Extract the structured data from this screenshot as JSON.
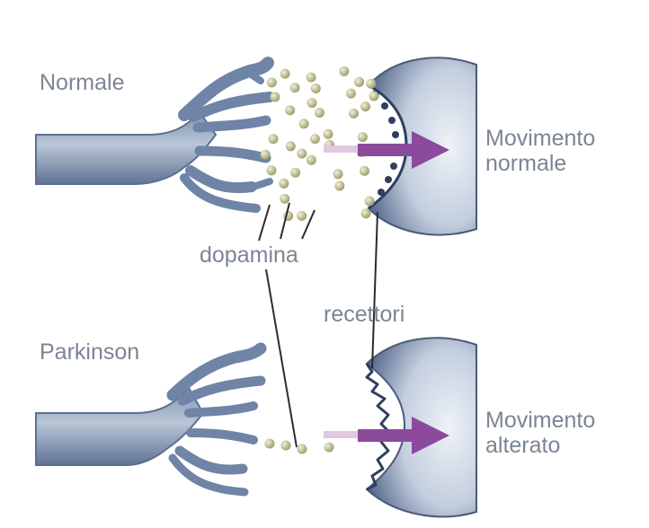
{
  "labels": {
    "normal": "Normale",
    "parkinson": "Parkinson",
    "dopamine": "dopamina",
    "receptors": "recettori",
    "normal_movement": [
      "Movimento",
      "normale"
    ],
    "altered_movement": [
      "Movimento",
      "alterato"
    ]
  },
  "colors": {
    "neuron": "#a3b3c7",
    "neuron_dark": "#4a5a78",
    "dopamine_dot": "#b8b68a",
    "arrow": "#8b4a9b",
    "label_text": "#7b8594",
    "leader_line": "#2b2b2b"
  }
}
